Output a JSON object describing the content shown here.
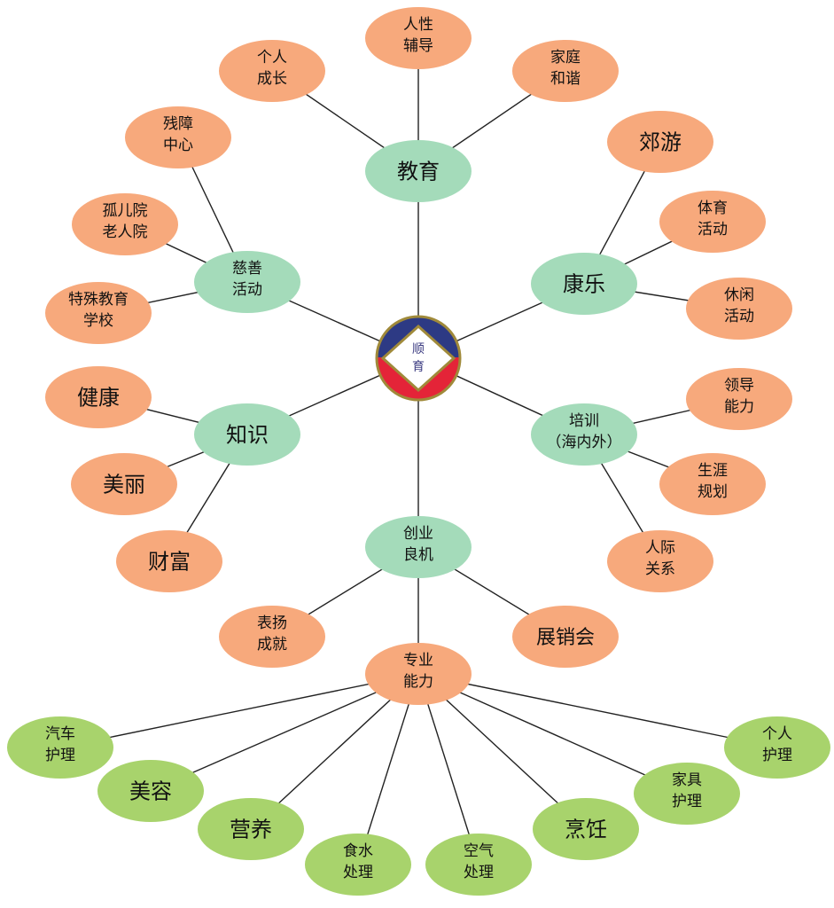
{
  "center": {
    "label": "顺育"
  },
  "colors": {
    "orange": "#f7a97c",
    "mint": "#a4dbba",
    "lime": "#a8d36c",
    "navy": "#2d3a84",
    "red": "#e42438",
    "gold": "#a08a3a",
    "line": "#222222"
  },
  "nodes": [
    {
      "id": "jiaoyu",
      "lines": [
        "教育"
      ],
      "style": "mint",
      "parent": "center"
    },
    {
      "id": "renxing",
      "lines": [
        "人性",
        "辅导"
      ],
      "style": "orange",
      "parent": "jiaoyu"
    },
    {
      "id": "geren",
      "lines": [
        "个人",
        "成长"
      ],
      "style": "orange",
      "parent": "jiaoyu"
    },
    {
      "id": "jiating",
      "lines": [
        "家庭",
        "和谐"
      ],
      "style": "orange",
      "parent": "jiaoyu"
    },
    {
      "id": "kangle",
      "lines": [
        "康乐"
      ],
      "style": "mint",
      "parent": "center"
    },
    {
      "id": "jiaoyou",
      "lines": [
        "郊游"
      ],
      "style": "orange",
      "parent": "kangle"
    },
    {
      "id": "tiyu",
      "lines": [
        "体育",
        "活动"
      ],
      "style": "orange",
      "parent": "kangle"
    },
    {
      "id": "xiuxian",
      "lines": [
        "休闲",
        "活动"
      ],
      "style": "orange",
      "parent": "kangle"
    },
    {
      "id": "cishan",
      "lines": [
        "慈善",
        "活动"
      ],
      "style": "mint",
      "parent": "center"
    },
    {
      "id": "canzhang",
      "lines": [
        "残障",
        "中心"
      ],
      "style": "orange",
      "parent": "cishan"
    },
    {
      "id": "guer",
      "lines": [
        "孤儿院",
        "老人院"
      ],
      "style": "orange",
      "parent": "cishan"
    },
    {
      "id": "teshu",
      "lines": [
        "特殊教育",
        "学校"
      ],
      "style": "orange",
      "parent": "cishan"
    },
    {
      "id": "zhishi",
      "lines": [
        "知识"
      ],
      "style": "mint",
      "parent": "center"
    },
    {
      "id": "jiankang",
      "lines": [
        "健康"
      ],
      "style": "orange",
      "parent": "zhishi"
    },
    {
      "id": "meili",
      "lines": [
        "美丽"
      ],
      "style": "orange",
      "parent": "zhishi"
    },
    {
      "id": "caifu",
      "lines": [
        "财富"
      ],
      "style": "orange",
      "parent": "zhishi"
    },
    {
      "id": "peixun",
      "lines": [
        "培训",
        "（海内外）"
      ],
      "style": "mint",
      "parent": "center"
    },
    {
      "id": "lingdao",
      "lines": [
        "领导",
        "能力"
      ],
      "style": "orange",
      "parent": "peixun"
    },
    {
      "id": "shengya",
      "lines": [
        "生涯",
        "规划"
      ],
      "style": "orange",
      "parent": "peixun"
    },
    {
      "id": "renji",
      "lines": [
        "人际",
        "关系"
      ],
      "style": "orange",
      "parent": "peixun"
    },
    {
      "id": "chuangye",
      "lines": [
        "创业",
        "良机"
      ],
      "style": "mint",
      "parent": "center"
    },
    {
      "id": "biaoyang",
      "lines": [
        "表扬",
        "成就"
      ],
      "style": "orange",
      "parent": "chuangye"
    },
    {
      "id": "zhanxiao",
      "lines": [
        "展销会"
      ],
      "style": "orange",
      "parent": "chuangye"
    },
    {
      "id": "zhuanye",
      "lines": [
        "专业",
        "能力"
      ],
      "style": "orange",
      "parent": "chuangye"
    },
    {
      "id": "qiche",
      "lines": [
        "汽车",
        "护理"
      ],
      "style": "lime",
      "parent": "zhuanye"
    },
    {
      "id": "meirong",
      "lines": [
        "美容"
      ],
      "style": "lime",
      "parent": "zhuanye"
    },
    {
      "id": "yingyang",
      "lines": [
        "营养"
      ],
      "style": "lime",
      "parent": "zhuanye"
    },
    {
      "id": "shishui",
      "lines": [
        "食水",
        "处理"
      ],
      "style": "lime",
      "parent": "zhuanye"
    },
    {
      "id": "kongqi",
      "lines": [
        "空气",
        "处理"
      ],
      "style": "lime",
      "parent": "zhuanye"
    },
    {
      "id": "pengren",
      "lines": [
        "烹饪"
      ],
      "style": "lime",
      "parent": "zhuanye"
    },
    {
      "id": "jiaju",
      "lines": [
        "家具",
        "护理"
      ],
      "style": "lime",
      "parent": "zhuanye"
    },
    {
      "id": "gerenhuli",
      "lines": [
        "个人",
        "护理"
      ],
      "style": "lime",
      "parent": "zhuanye"
    }
  ]
}
